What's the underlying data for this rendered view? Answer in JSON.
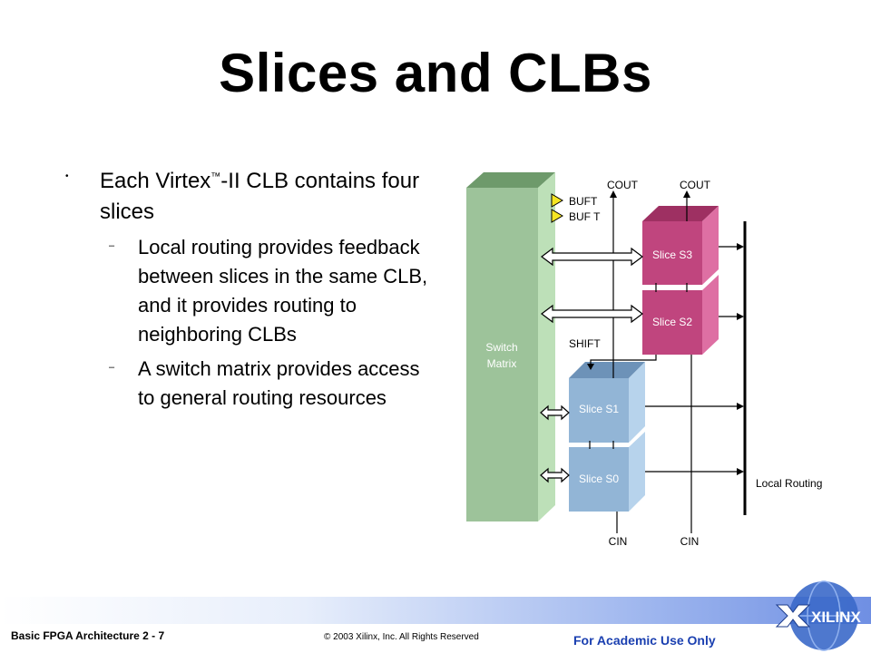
{
  "slide": {
    "title": "Slices and CLBs",
    "bullets": [
      {
        "text_before_tm": "Each Virtex",
        "tm": "™",
        "text_after_tm": "-II CLB contains four slices",
        "sub": [
          "Local routing provides feedback between slices in the same CLB, and it provides routing to neighboring CLBs",
          "A switch matrix provides access to general routing resources"
        ]
      }
    ]
  },
  "diagram": {
    "switch_matrix_label_1": "Switch",
    "switch_matrix_label_2": "Matrix",
    "slices": [
      "Slice S3",
      "Slice S2",
      "Slice S1",
      "Slice S0"
    ],
    "cout_left": "COUT",
    "cout_right": "COUT",
    "cin_left": "CIN",
    "cin_right": "CIN",
    "buft_1": "BUFT",
    "buft_2": "BUF T",
    "shift": "SHIFT",
    "local_routing": "Local Routing",
    "colors": {
      "switch_face": "#9dc39a",
      "switch_top": "#6e9a6b",
      "switch_side": "#bde0b8",
      "pink_face": "#c0457e",
      "pink_top": "#9e3062",
      "pink_side": "#de6fa3",
      "blue_face": "#92b5d6",
      "blue_top": "#6d92b8",
      "blue_side": "#b7d3ec"
    }
  },
  "footer": {
    "left": "Basic FPGA Architecture  2 - 7",
    "middle": "© 2003 Xilinx, Inc. All Rights Reserved",
    "right": "For Academic Use Only",
    "logo": "XILINX"
  }
}
